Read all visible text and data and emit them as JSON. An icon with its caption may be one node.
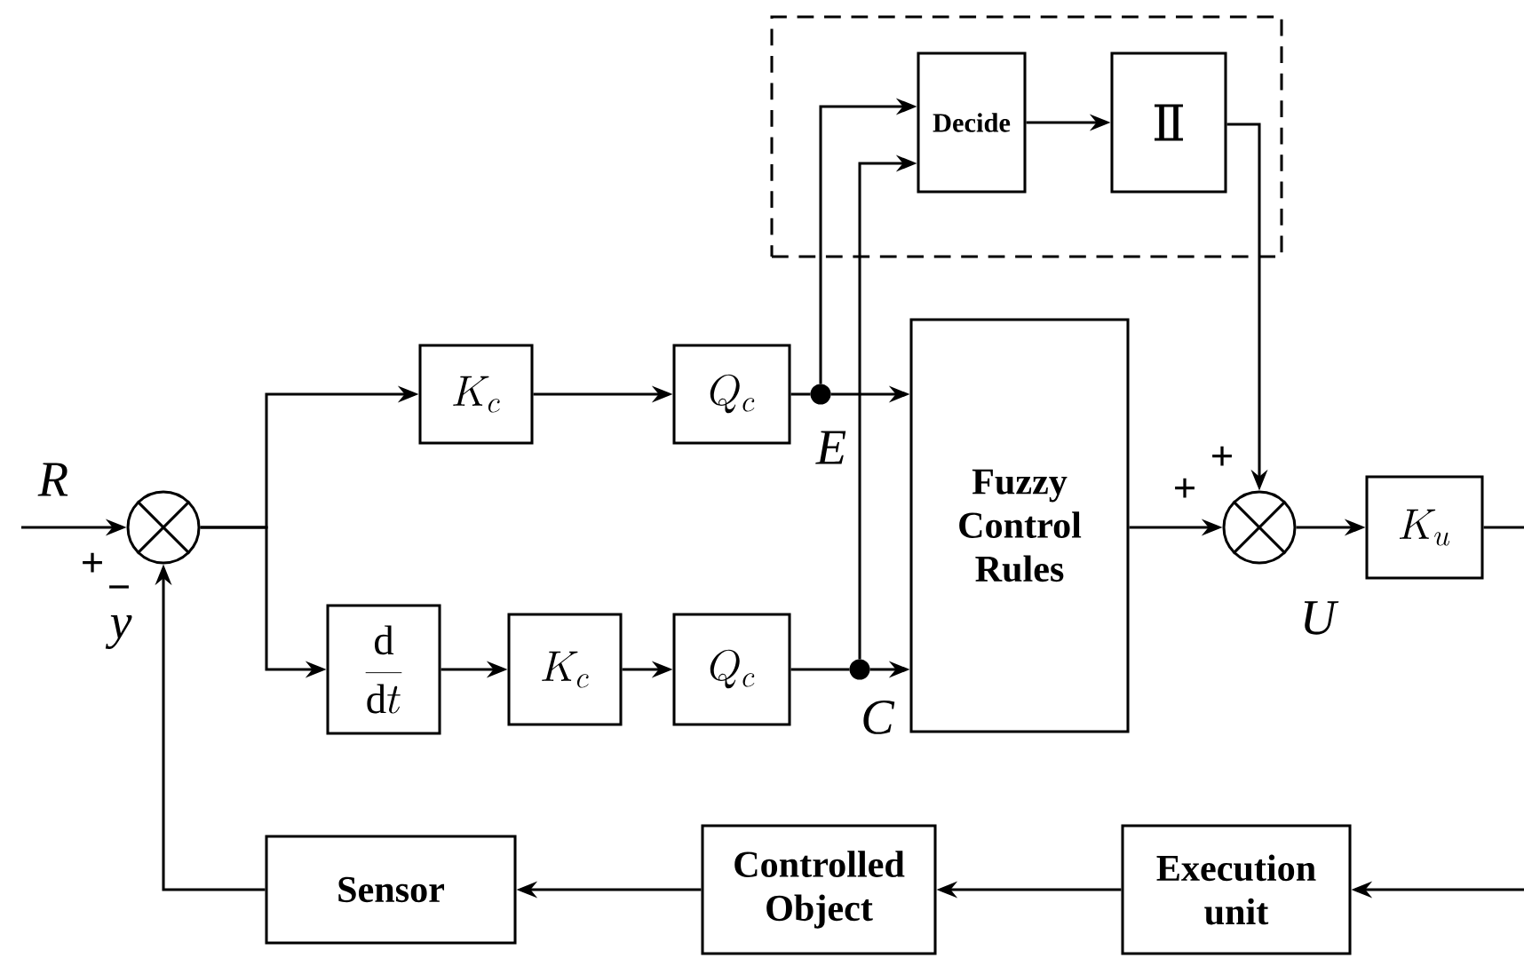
{
  "diagram": {
    "nodes": [
      {
        "text": [],
        "shape": "box"
      },
      {
        "text": [
          "Decide"
        ],
        "in": 0
      },
      {
        "text": [
          "Ⅱ"
        ],
        "in": 0
      },
      {
        "text": [],
        "shape": "circle"
      },
      {
        "text": [
          "K_c"
        ]
      },
      {
        "text": [
          "Q_c"
        ]
      },
      {
        "text": [
          "Fuzzy Control Rules"
        ]
      },
      {
        "text": [],
        "shape": "circle"
      },
      {
        "text": [
          "K_u"
        ]
      },
      {
        "text": [
          "\\frac{\\mathrm{d}}{\\mathrm{d}t}"
        ]
      },
      {
        "text": [
          "K_c"
        ]
      },
      {
        "text": [
          "Q_c"
        ]
      },
      {
        "text": [
          "Sensor"
        ]
      },
      {
        "text": [
          "Controlled Object"
        ]
      },
      {
        "text": [
          "Execution unit"
        ]
      },
      {
        "text": [],
        "shape": "circle"
      },
      {
        "text": [],
        "shape": "circle"
      }
    ],
    "edges": [
      {
        "from": null,
        "to": 3,
        "arrow": "to"
      },
      {
        "from": 3,
        "to": 4,
        "arrow": "to"
      },
      {
        "from": 3,
        "to": 9,
        "arrow": "to"
      },
      {
        "from": 4,
        "to": 5,
        "arrow": "to"
      },
      {
        "from": 5,
        "to": 15,
        "arrow": "none"
      },
      {
        "from": 15,
        "to": 6,
        "arrow": "to"
      },
      {
        "from": 15,
        "to": 1,
        "arrow": "to"
      },
      {
        "from": 9,
        "to": 10,
        "arrow": "to"
      },
      {
        "from": 10,
        "to": 11,
        "arrow": "to"
      },
      {
        "from": 11,
        "to": 16,
        "arrow": "none"
      },
      {
        "from": 16,
        "to": 6,
        "arrow": "to"
      },
      {
        "from": 16,
        "to": 1,
        "arrow": "to"
      },
      {
        "from": 1,
        "to": 2,
        "arrow": "to"
      },
      {
        "from": 2,
        "to": 7,
        "arrow": "to"
      },
      {
        "from": 6,
        "to": 7,
        "arrow": "to"
      },
      {
        "from": 7,
        "to": 8,
        "arrow": "to"
      },
      {
        "from": 8,
        "to": null,
        "arrow": "none"
      },
      {
        "from": null,
        "to": 14,
        "arrow": "to"
      },
      {
        "from": 14,
        "to": 13,
        "arrow": "to"
      },
      {
        "from": 13,
        "to": 12,
        "arrow": "to"
      },
      {
        "from": 12,
        "to": 3,
        "arrow": "to"
      }
    ],
    "labels": [
      "R",
      "+",
      "−",
      "y",
      "E",
      "C",
      "+",
      "+",
      "U"
    ]
  }
}
